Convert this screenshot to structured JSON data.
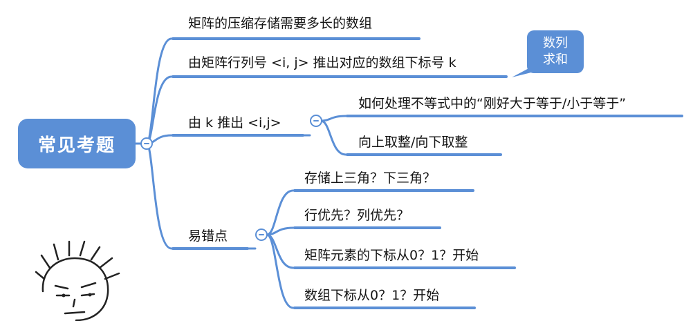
{
  "root": {
    "label": "常见考题"
  },
  "branches": [
    {
      "label": "矩阵的压缩存储需要多长的数组"
    },
    {
      "label": "由矩阵行列号 <i, j> 推出对应的数组下标号 k"
    },
    {
      "label": "由 k 推出 <i,j>",
      "children": [
        {
          "label": "如何处理不等式中的“刚好大于等于/小于等于”"
        },
        {
          "label": "向上取整/向下取整"
        }
      ]
    },
    {
      "label": "易错点",
      "children": [
        {
          "label": "存储上三角？下三角？"
        },
        {
          "label": "行优先？列优先？"
        },
        {
          "label": "矩阵元素的下标从0？1？开始"
        },
        {
          "label": "数组下标从0？1？开始"
        }
      ]
    }
  ],
  "callout": {
    "line1": "数列",
    "line2": "求和"
  },
  "colors": {
    "accent": "#5b8fd6",
    "text": "#141414",
    "background": "#ffffff"
  },
  "icons": {
    "collapse": "minus-circle-icon",
    "mascot": "stickman-face-icon"
  }
}
